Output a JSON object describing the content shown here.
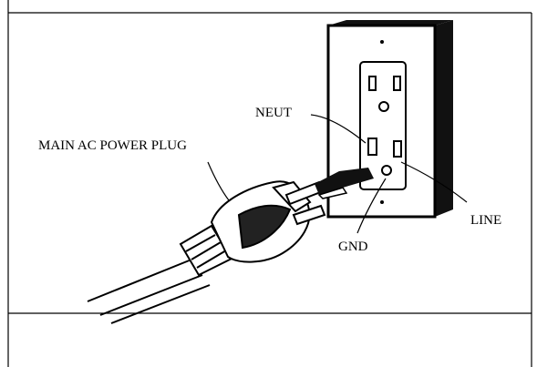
{
  "labels": {
    "neut": "NEUT",
    "main_plug": "MAIN AC POWER PLUG",
    "line": "LINE",
    "gnd": "GND"
  },
  "icons": {
    "outlet": "wall-outlet-icon",
    "plug": "power-plug-icon"
  }
}
